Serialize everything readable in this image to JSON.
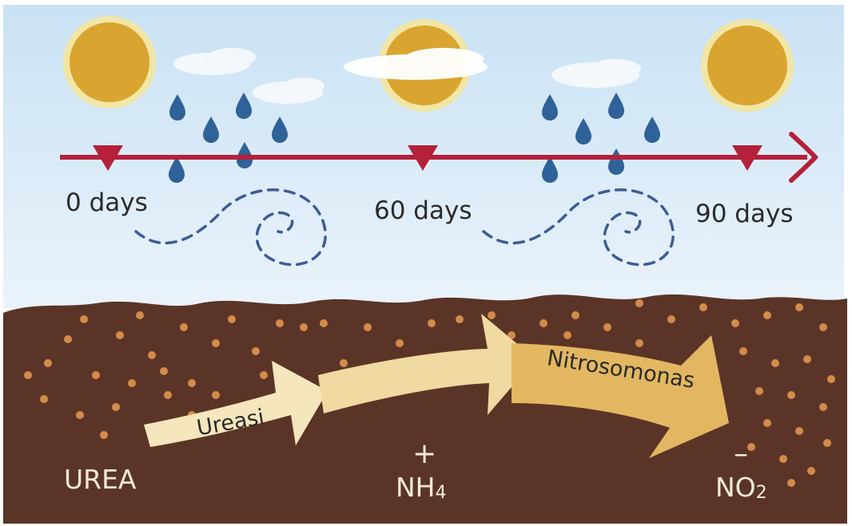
{
  "timeline": {
    "markers": [
      {
        "label": "0 days"
      },
      {
        "label": "60 days"
      },
      {
        "label": "90 days"
      }
    ]
  },
  "process": {
    "enzymes": [
      {
        "label": "Ureasi"
      },
      {
        "label": "Nitrosomonas"
      }
    ],
    "compounds": [
      {
        "label": "UREA",
        "charge": "",
        "sub": ""
      },
      {
        "label": "NH",
        "charge": "+",
        "sub": "4"
      },
      {
        "label": "NO",
        "charge": "–",
        "sub": "2"
      }
    ]
  },
  "colors": {
    "sky_top": "#c9e2f4",
    "sky_bottom": "#e7f2fb",
    "sun": "#d9a530",
    "sun_glow": "#f2e6a5",
    "timeline": "#b5203a",
    "raindrop": "#2f6298",
    "wind": "#3d5c96",
    "soil": "#5a3527",
    "soil_dots": "#d48b4a",
    "arrow_light": "#f4e2b2",
    "arrow_dark": "#e1b25c"
  },
  "icons": [
    "sun-icon",
    "cloud-icon",
    "raindrop-icon",
    "wind-swirl-icon",
    "marker-triangle-icon"
  ]
}
